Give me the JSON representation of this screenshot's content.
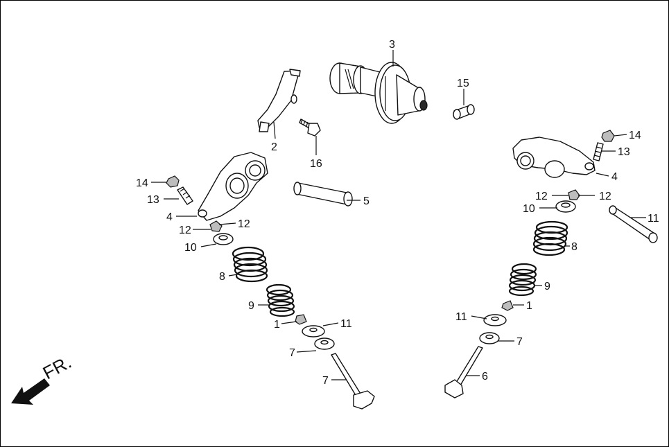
{
  "front_label": "FR.",
  "callouts": [
    {
      "id": "c3",
      "text": "3"
    },
    {
      "id": "c15",
      "text": "15"
    },
    {
      "id": "c2",
      "text": "2"
    },
    {
      "id": "c16",
      "text": "16"
    },
    {
      "id": "c14l",
      "text": "14"
    },
    {
      "id": "c13l",
      "text": "13"
    },
    {
      "id": "c4l",
      "text": "4"
    },
    {
      "id": "c12la",
      "text": "12"
    },
    {
      "id": "c12lb",
      "text": "12"
    },
    {
      "id": "c10l",
      "text": "10"
    },
    {
      "id": "c8l",
      "text": "8"
    },
    {
      "id": "c9l",
      "text": "9"
    },
    {
      "id": "c1l",
      "text": "1"
    },
    {
      "id": "c11l",
      "text": "11"
    },
    {
      "id": "c7la",
      "text": "7"
    },
    {
      "id": "c7lb",
      "text": "7"
    },
    {
      "id": "c5",
      "text": "5"
    },
    {
      "id": "c14r",
      "text": "14"
    },
    {
      "id": "c13r",
      "text": "13"
    },
    {
      "id": "c4r",
      "text": "4"
    },
    {
      "id": "c12ra",
      "text": "12"
    },
    {
      "id": "c12rb",
      "text": "12"
    },
    {
      "id": "c10r",
      "text": "10"
    },
    {
      "id": "c11r",
      "text": "11"
    },
    {
      "id": "c8r",
      "text": "8"
    },
    {
      "id": "c9r",
      "text": "9"
    },
    {
      "id": "c1r",
      "text": "1"
    },
    {
      "id": "c11r2",
      "text": "11"
    },
    {
      "id": "c7r",
      "text": "7"
    },
    {
      "id": "c6",
      "text": "6"
    }
  ]
}
